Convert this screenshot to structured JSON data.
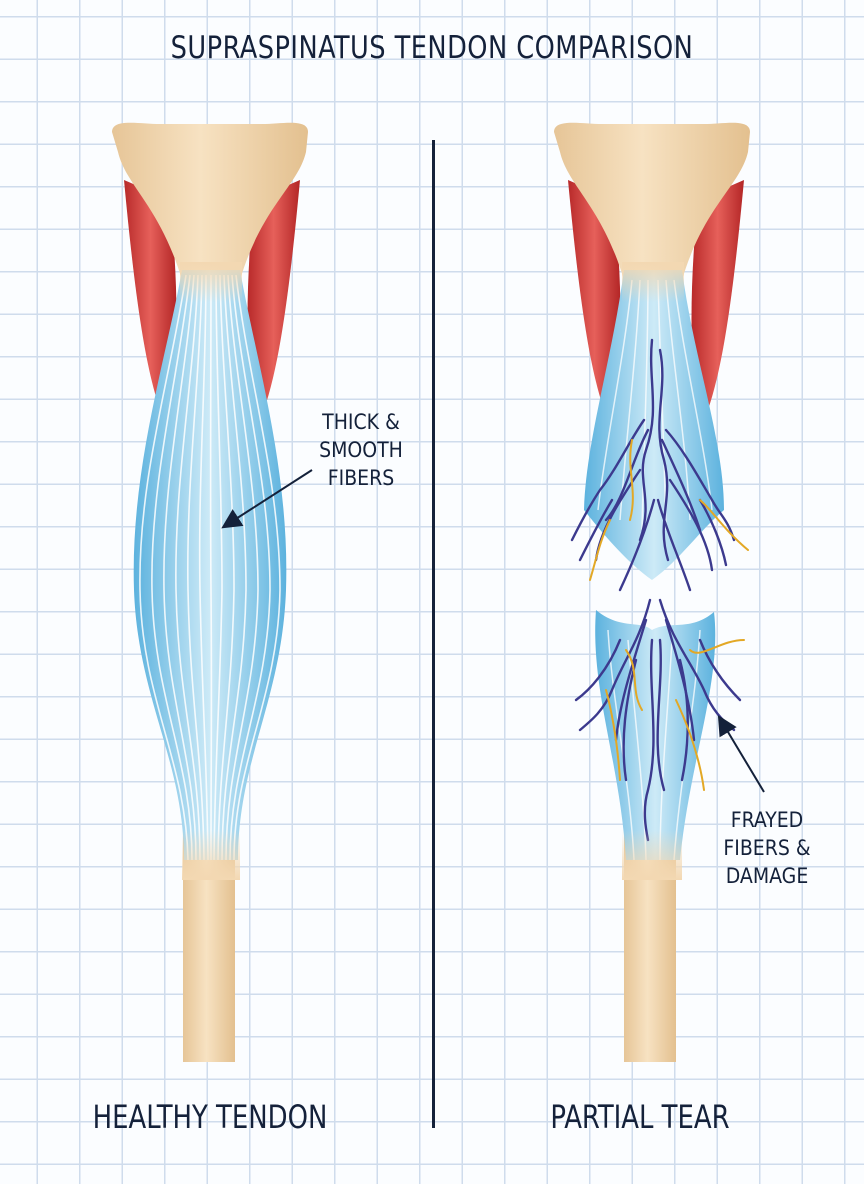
{
  "title": "SUPRASPINATUS TENDON COMPARISON",
  "panels": {
    "left": {
      "label": "HEALTHY TENDON",
      "annotation": [
        "THICK &",
        "SMOOTH",
        "FIBERS"
      ]
    },
    "right": {
      "label": "PARTIAL TEAR",
      "annotation": [
        "FRAYED",
        "FIBERS &",
        "DAMAGE"
      ]
    }
  },
  "colors": {
    "bone": "#f3d8b2",
    "muscle": "#d23b3b",
    "tendon": "#8fd0ec",
    "fiber_highlight": "#ffffff",
    "frayed_fiber": "#3c3a8e",
    "damage_accent": "#e3a825",
    "ink": "#14213a",
    "grid": "#cfdcec"
  }
}
